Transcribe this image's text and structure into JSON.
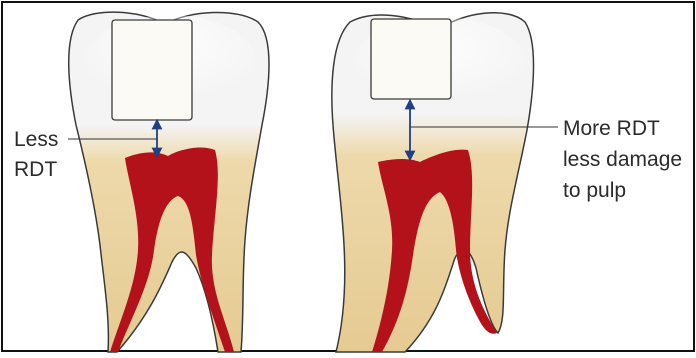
{
  "labels": {
    "left": [
      "Less",
      "RDT"
    ],
    "right": [
      "More RDT",
      "less damage",
      "to pulp"
    ]
  },
  "colors": {
    "enamel": "#f4f4f4",
    "dentin_root": "#e9d19c",
    "pulp": "#b3121b",
    "restoration": "#fbfaf4",
    "arrow": "#1f3f86",
    "outline": "#3a3a3a"
  }
}
